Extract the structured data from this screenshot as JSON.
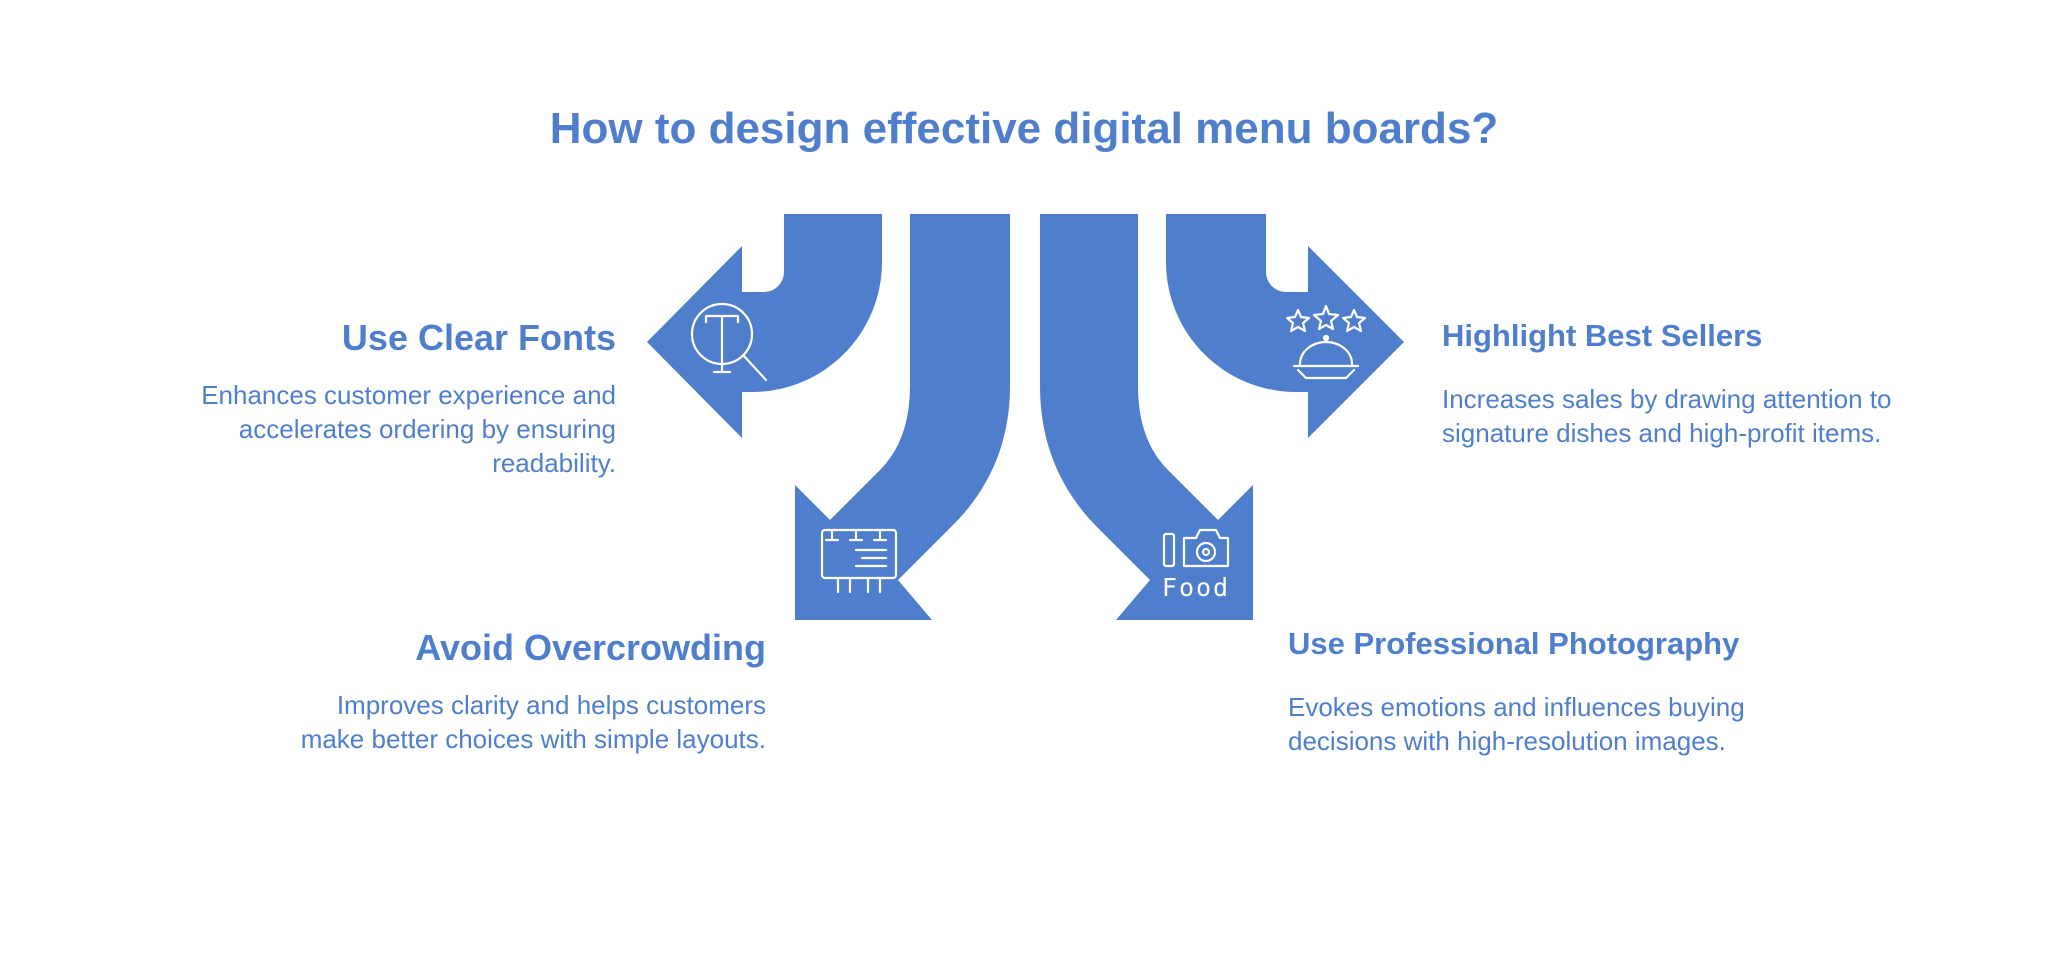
{
  "title": "How to design effective digital menu boards?",
  "colors": {
    "accent": "#4f7fcc",
    "icon_stroke": "#ffffff",
    "background": "#ffffff"
  },
  "items": [
    {
      "heading": "Use Clear Fonts",
      "description_lines": [
        "Enhances customer experience and",
        "accelerates ordering by ensuring",
        "readability."
      ],
      "icon": "magnifier-letter-t-icon"
    },
    {
      "heading": "Avoid Overcrowding",
      "description_lines": [
        "Improves clarity and helps customers",
        "make better choices with simple layouts."
      ],
      "icon": "menu-board-sign-icon"
    },
    {
      "heading": "Highlight Best Sellers",
      "description_lines": [
        "Increases sales by drawing attention to",
        "signature dishes and high-profit items."
      ],
      "icon": "stars-food-cloche-icon"
    },
    {
      "heading": "Use Professional Photography",
      "description_lines": [
        "Evokes emotions and influences buying",
        "decisions with high-resolution images."
      ],
      "icon": "camera-food-icon",
      "icon_label": "Food"
    }
  ]
}
